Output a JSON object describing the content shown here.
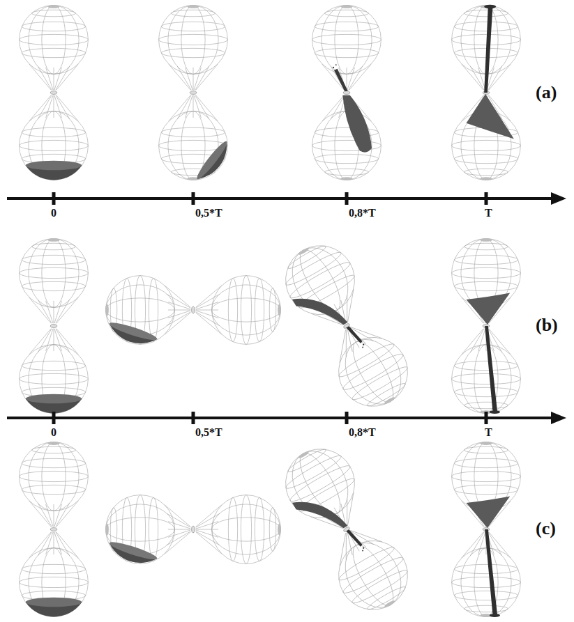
{
  "diagram": {
    "labels": [
      "(a)",
      "0",
      "0,5*T",
      "0,8*T",
      "T",
      "(b)",
      "0",
      "0,5*T",
      "0,8*T",
      "T",
      "(c)"
    ]
  }
}
